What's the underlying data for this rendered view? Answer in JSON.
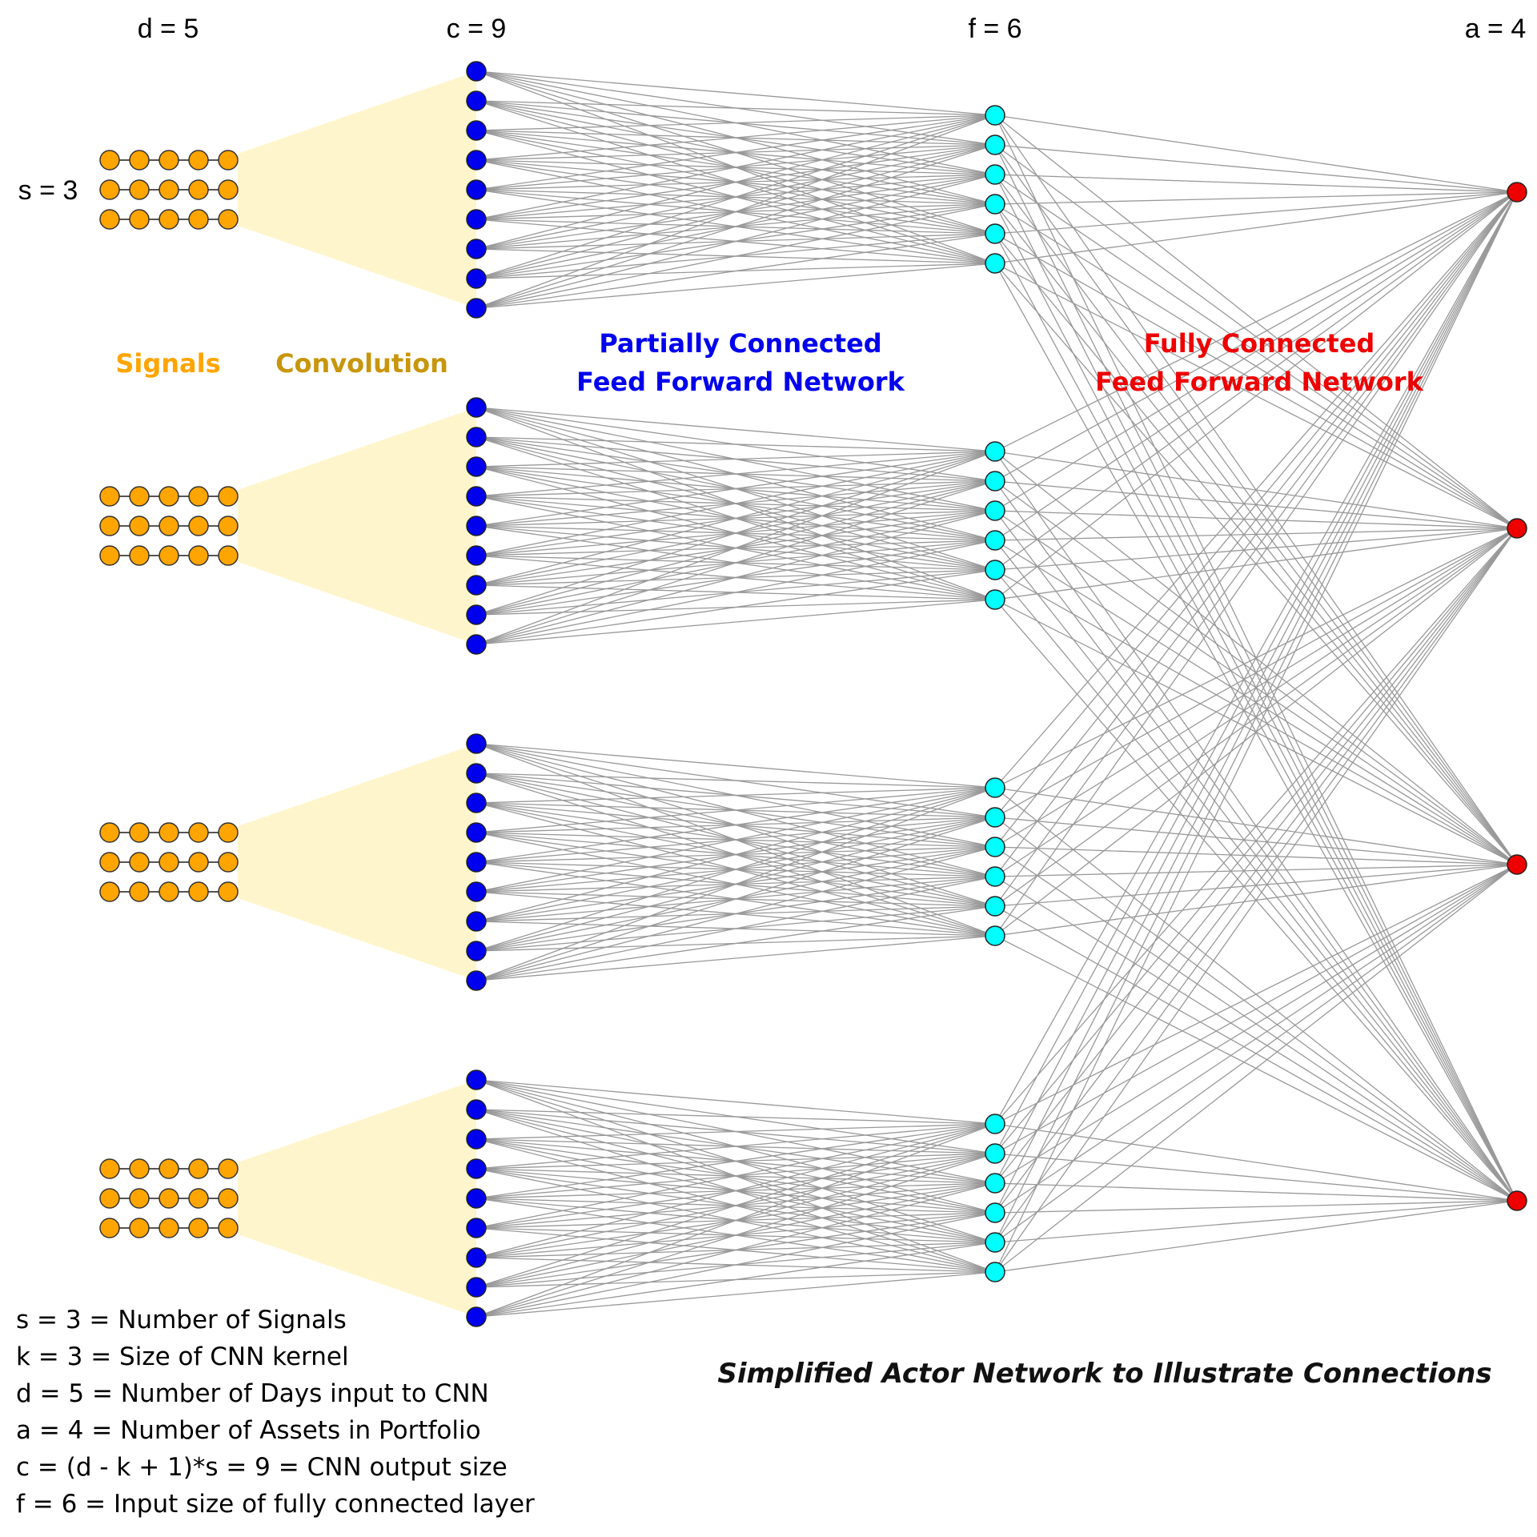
{
  "header_labels": {
    "d": "d = 5",
    "c": "c = 9",
    "f": "f = 6",
    "a": "a = 4",
    "s": "s = 3"
  },
  "section_labels": {
    "signals": "Signals",
    "convolution": "Convolution",
    "partial_line1": "Partially  Connected",
    "partial_line2": "Feed Forward Network",
    "full_line1": "Fully  Connected",
    "full_line2": "Feed Forward Network"
  },
  "caption": "Simplified Actor Network to Illustrate Connections",
  "legend": [
    "s = 3 = Number of Signals",
    "k = 3 = Size of CNN kernel",
    "d = 5 = Number of Days input to CNN",
    "a = 4 = Number of Assets in Portfolio",
    "c = (d - k + 1)*s = 9 = CNN output size",
    "f = 6 = Input size of fully connected layer"
  ],
  "network": {
    "groups": 4,
    "signals": 3,
    "days": 5,
    "cnn_outputs": 9,
    "fc_inputs": 6,
    "assets": 4
  },
  "colors": {
    "signal_node": "#FFA500",
    "cnn_node": "#0000EE",
    "fc_node": "#00FFFF",
    "output_node": "#EE0000",
    "edge": "#999999",
    "convolution_fill": "#FFF5CC",
    "signals_label": "#FFA500",
    "convolution_label": "#C8960C",
    "partial_label": "#0000EE",
    "full_label": "#EE0000"
  }
}
